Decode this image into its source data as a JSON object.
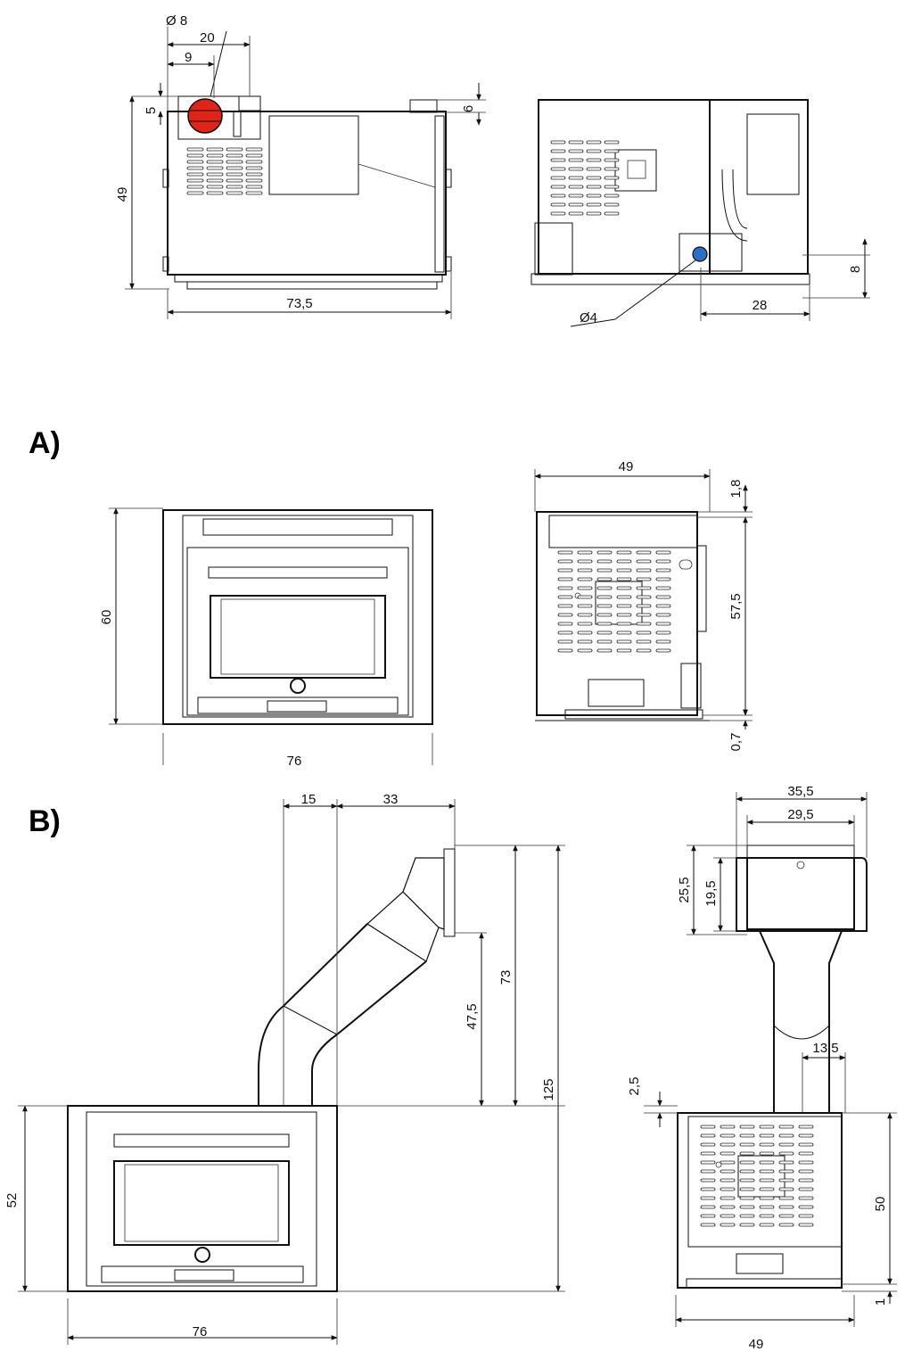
{
  "sections": {
    "a": "A)",
    "b": "B)"
  },
  "icons": {
    "flue_outlet": "red-circle-icon",
    "air_inlet": "blue-circle-icon"
  },
  "colors": {
    "flue_outlet": "#e02418",
    "air_inlet": "#2d6fc4"
  },
  "top_view": {
    "diameter_flue": "Ø 8",
    "d20": "20",
    "d9": "9",
    "d5": "5",
    "d6": "6",
    "d49": "49",
    "d73_5": "73,5"
  },
  "side_view": {
    "diameter_air": "Ø4",
    "d28": "28",
    "d8": "8"
  },
  "view_a": {
    "front": {
      "d60": "60",
      "d76": "76"
    },
    "side": {
      "d49": "49",
      "d1_8": "1,8",
      "d57_5": "57,5",
      "d0_7": "0,7"
    }
  },
  "view_b": {
    "front": {
      "d15": "15",
      "d33": "33",
      "d47_5": "47,5",
      "d73": "73",
      "d125": "125",
      "d52": "52",
      "d76": "76"
    },
    "side": {
      "d35_5": "35,5",
      "d29_5": "29,5",
      "d25_5": "25,5",
      "d19_5": "19,5",
      "d13_5": "13,5",
      "d2_5": "2,5",
      "d50": "50",
      "d1": "1",
      "d49": "49"
    }
  }
}
